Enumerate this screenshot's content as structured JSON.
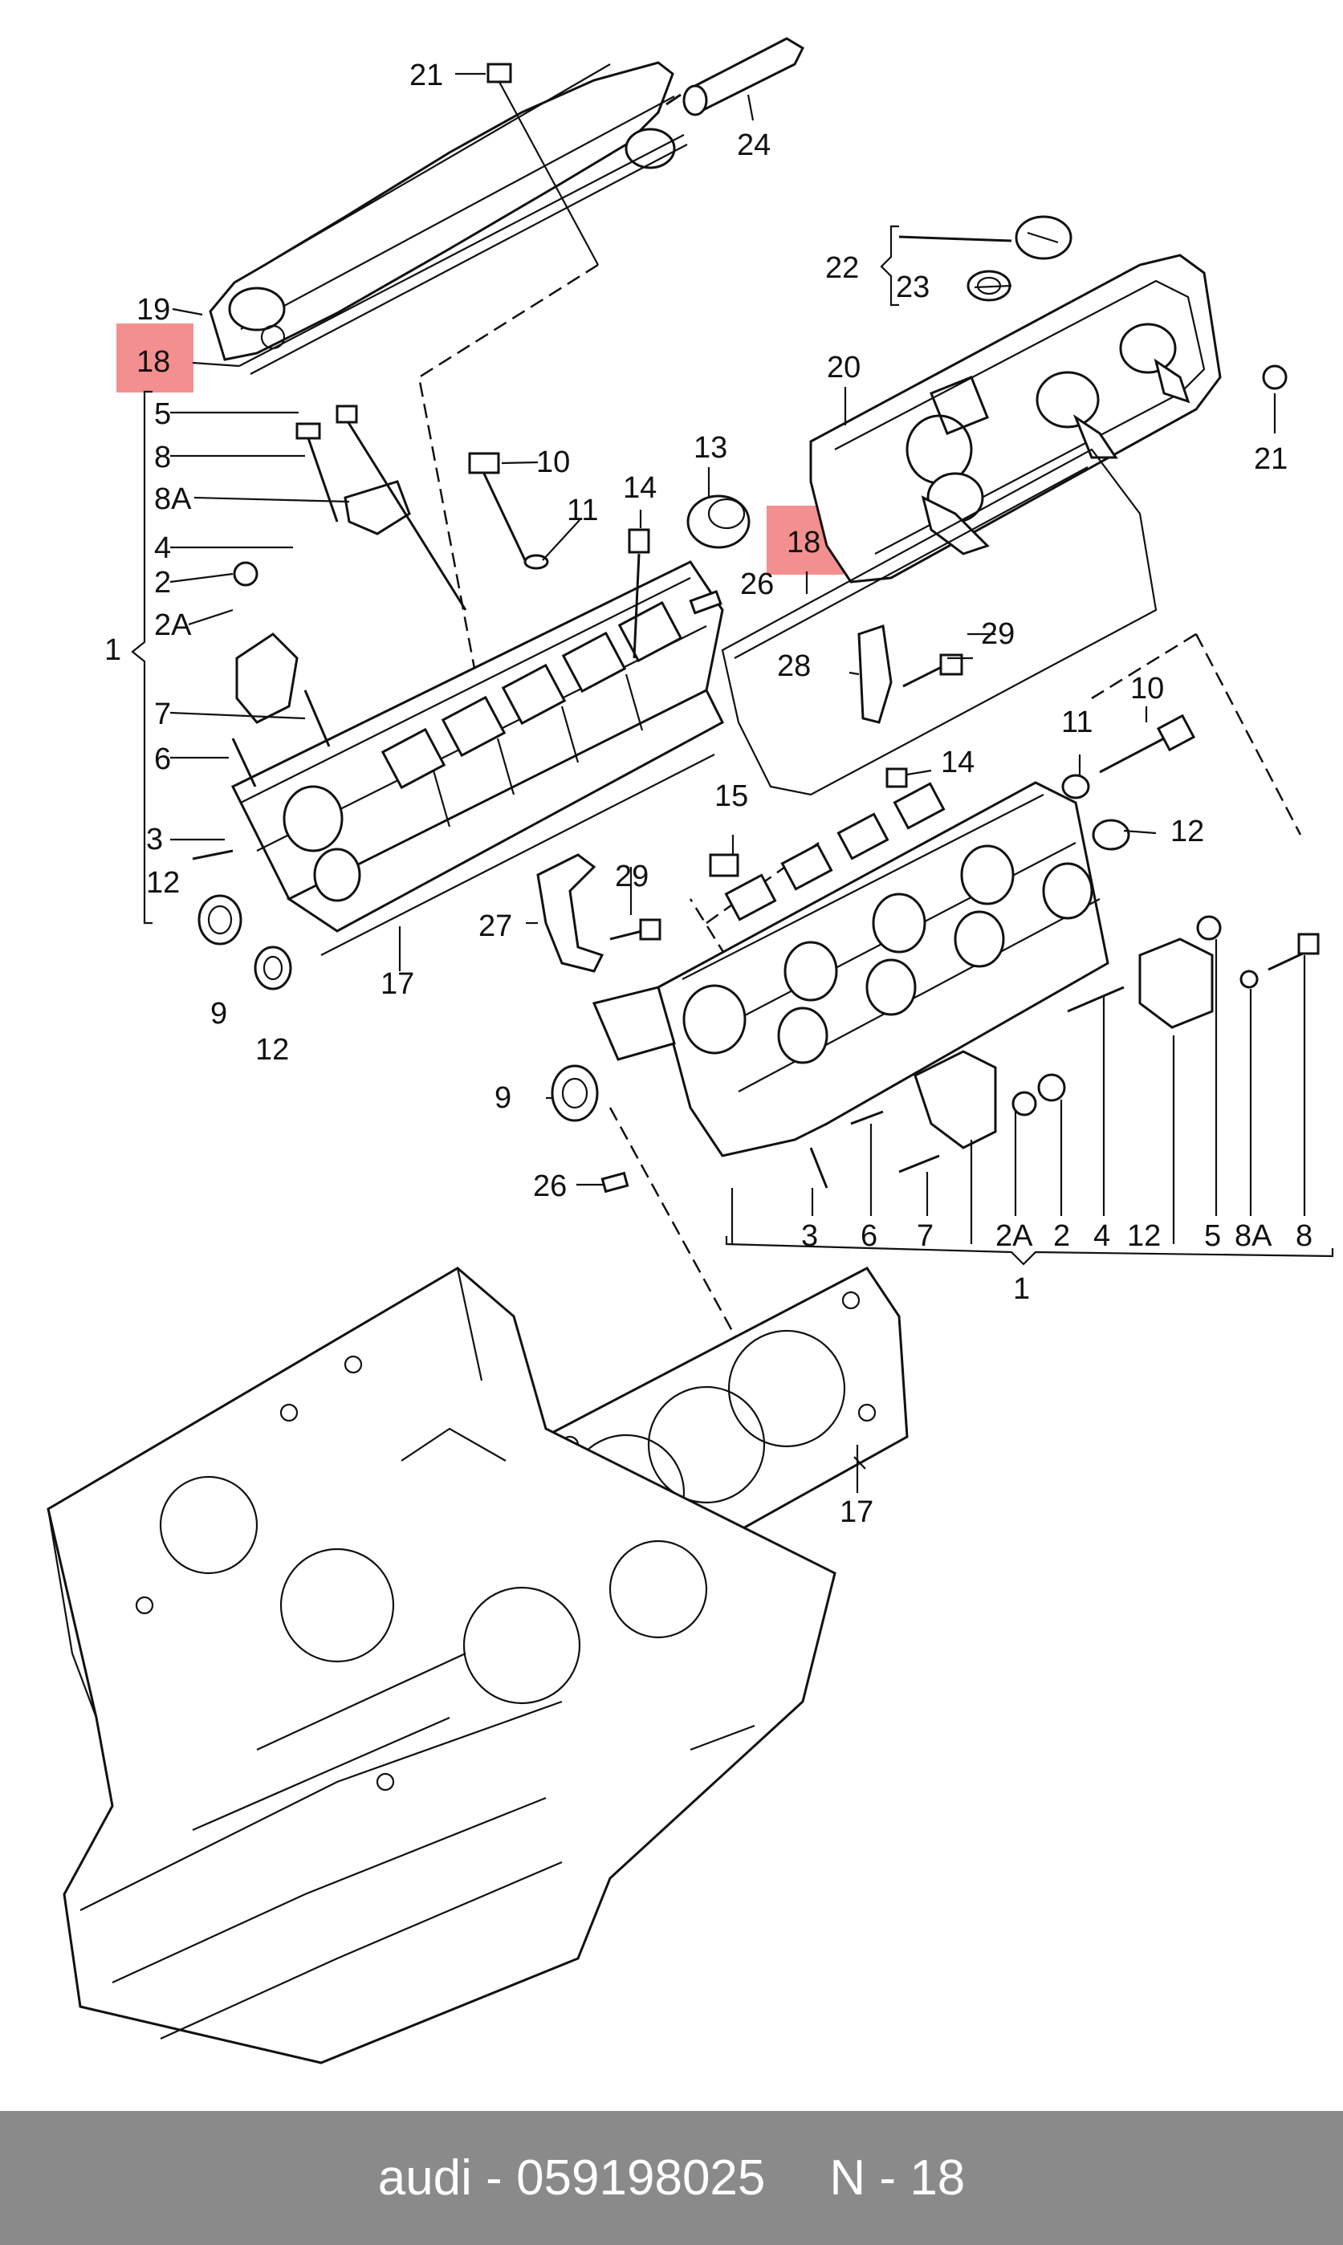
{
  "labels": {
    "c1": "1",
    "c1b": "1",
    "c2": "2",
    "c2b": "2",
    "c2A": "2A",
    "c2Ab": "2A",
    "c3": "3",
    "c3b": "3",
    "c4": "4",
    "c4b": "4",
    "c5": "5",
    "c5b": "5",
    "c6": "6",
    "c6b": "6",
    "c7": "7",
    "c7b": "7",
    "c8": "8",
    "c8b": "8",
    "c8A": "8A",
    "c8Ab": "8A",
    "c9": "9",
    "c9b": "9",
    "c10": "10",
    "c10b": "10",
    "c11": "11",
    "c11b": "11",
    "c12a": "12",
    "c12b": "12",
    "c12c": "12",
    "c12d": "12",
    "c13": "13",
    "c14": "14",
    "c14b": "14",
    "c15": "15",
    "c17": "17",
    "c17b": "17",
    "c18a": "18",
    "c18b": "18",
    "c19": "19",
    "c20": "20",
    "c21": "21",
    "c21b": "21",
    "c22": "22",
    "c23": "23",
    "c24": "24",
    "c26": "26",
    "c26b": "26",
    "c27": "27",
    "c28": "28",
    "c29": "29",
    "c29b": "29"
  },
  "highlight_color": "#f06a6a",
  "footer": {
    "brand": "audi",
    "separator": "-",
    "part_number": "059198025",
    "ref_prefix": "N",
    "ref_separator": "-",
    "ref_number": "18"
  }
}
